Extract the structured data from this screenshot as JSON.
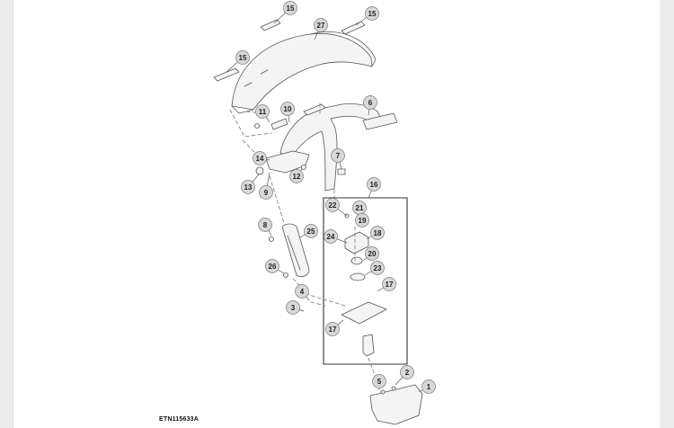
{
  "figure_id": "ETN115633A",
  "colors": {
    "callout_fill": "#d8d8d8",
    "callout_stroke": "#777777",
    "line": "#555555",
    "part_fill": "#f4f4f4"
  },
  "callouts": [
    "15",
    "27",
    "15",
    "15",
    "11",
    "10",
    "6",
    "14",
    "7",
    "13",
    "9",
    "12",
    "16",
    "22",
    "21",
    "19",
    "8",
    "25",
    "24",
    "18",
    "20",
    "26",
    "23",
    "17",
    "4",
    "3",
    "17",
    "5",
    "2",
    "1"
  ]
}
